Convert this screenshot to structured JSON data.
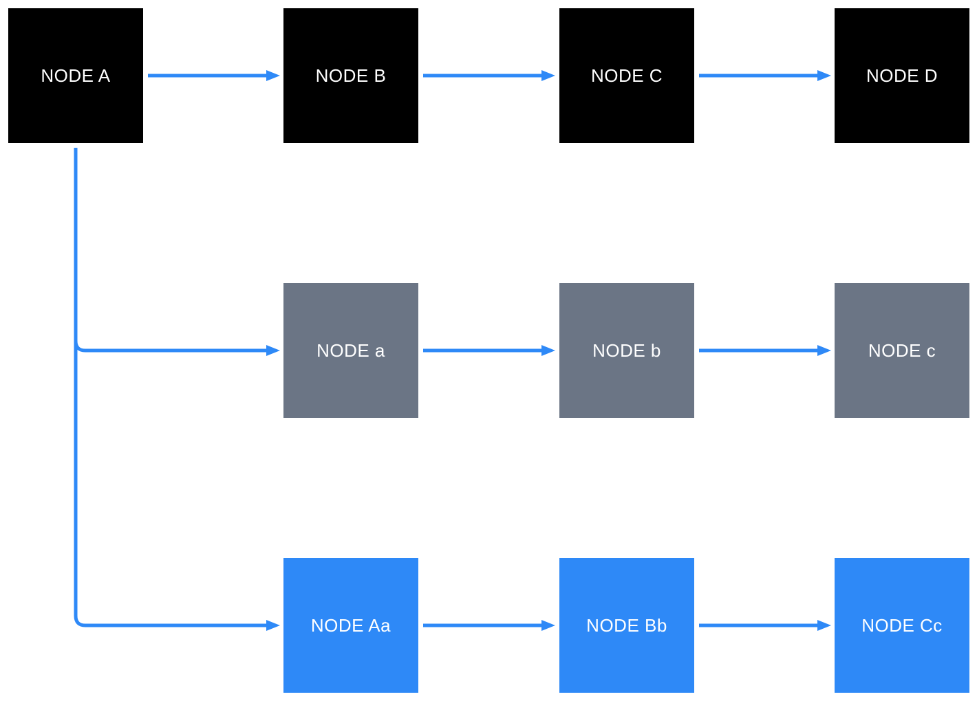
{
  "diagram": {
    "background_color": "#ffffff",
    "connector_color": "#2E89F7",
    "node_label_color": "#ffffff",
    "row_colors": {
      "top": "#000000",
      "middle": "#6B7585",
      "bottom": "#2E89F7"
    },
    "nodes": [
      {
        "label": "NODE A"
      },
      {
        "label": "NODE B"
      },
      {
        "label": "NODE C"
      },
      {
        "label": "NODE D"
      },
      {
        "label": "NODE a"
      },
      {
        "label": "NODE b"
      },
      {
        "label": "NODE c"
      },
      {
        "label": "NODE Aa"
      },
      {
        "label": "NODE Bb"
      },
      {
        "label": "NODE Cc"
      }
    ],
    "edges": [
      {
        "from": "NODE A",
        "to": "NODE B"
      },
      {
        "from": "NODE B",
        "to": "NODE C"
      },
      {
        "from": "NODE C",
        "to": "NODE D"
      },
      {
        "from": "NODE A",
        "to": "NODE a"
      },
      {
        "from": "NODE a",
        "to": "NODE b"
      },
      {
        "from": "NODE b",
        "to": "NODE c"
      },
      {
        "from": "NODE A",
        "to": "NODE Aa"
      },
      {
        "from": "NODE Aa",
        "to": "NODE Bb"
      },
      {
        "from": "NODE Bb",
        "to": "NODE Cc"
      }
    ]
  }
}
